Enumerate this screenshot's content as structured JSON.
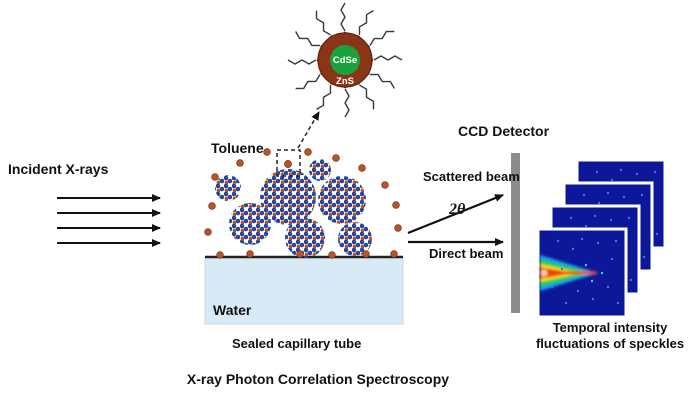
{
  "diagram_title": "X-ray Photon Correlation Spectroscopy",
  "beam": {
    "incident_label": "Incident X-rays",
    "scattered_label": "Scattered beam",
    "direct_label": "Direct beam",
    "angle_label": "2θ"
  },
  "sample": {
    "toluene_label": "Toluene",
    "water_label": "Water",
    "capillary_label": "Sealed capillary tube"
  },
  "nanoparticle": {
    "core_label": "CdSe",
    "shell_label": "ZnS"
  },
  "detector": {
    "label": "CCD Detector",
    "speckle_caption_line1": "Temporal intensity",
    "speckle_caption_line2": "fluctuations of speckles"
  },
  "colors": {
    "core_green": "#1aa23c",
    "shell_brown": "#8a3517",
    "water_blue": "#d9eaf7",
    "particle_blue": "#27479e",
    "particle_orange": "#b4552a",
    "detector_gray": "#8c8c8c",
    "speckle_background": "#0c1899"
  }
}
